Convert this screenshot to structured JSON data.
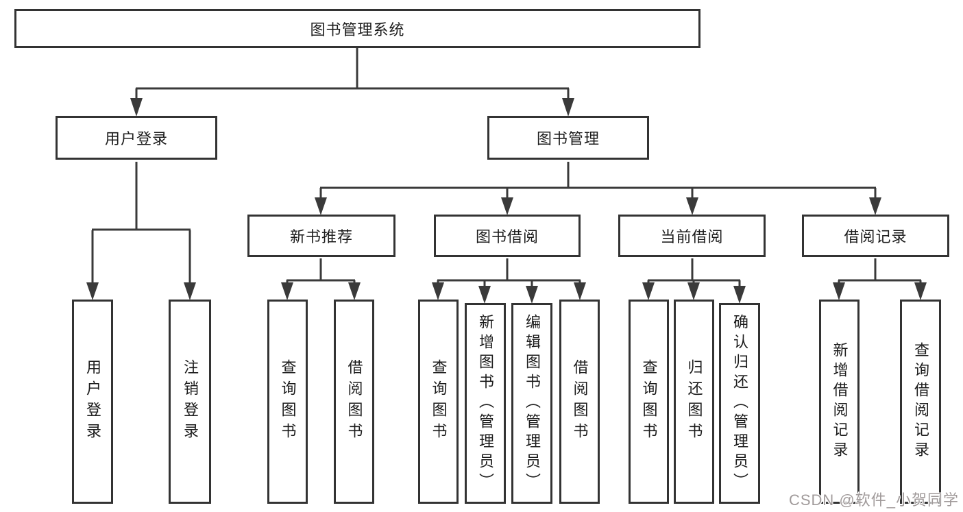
{
  "title": "图书管理系统",
  "branches": {
    "user_login": {
      "label": "用户登录",
      "leaves": [
        "用户登录",
        "注销登录"
      ]
    },
    "book_mgmt": {
      "label": "图书管理",
      "groups": [
        {
          "label": "新书推荐",
          "leaves": [
            "查询图书",
            "借阅图书"
          ]
        },
        {
          "label": "图书借阅",
          "leaves": [
            "查询图书",
            "新增图书（管理员）",
            "编辑图书（管理员）",
            "借阅图书"
          ]
        },
        {
          "label": "当前借阅",
          "leaves": [
            "查询图书",
            "归还图书",
            "确认归还（管理员）"
          ]
        },
        {
          "label": "借阅记录",
          "leaves": [
            "新增借阅记录",
            "查询借阅记录"
          ]
        }
      ]
    }
  },
  "colors": {
    "line": "#3a3a3a",
    "border": "#333333",
    "watermark": "#a09a9a"
  },
  "watermark": "CSDN @软件_小贺同学"
}
